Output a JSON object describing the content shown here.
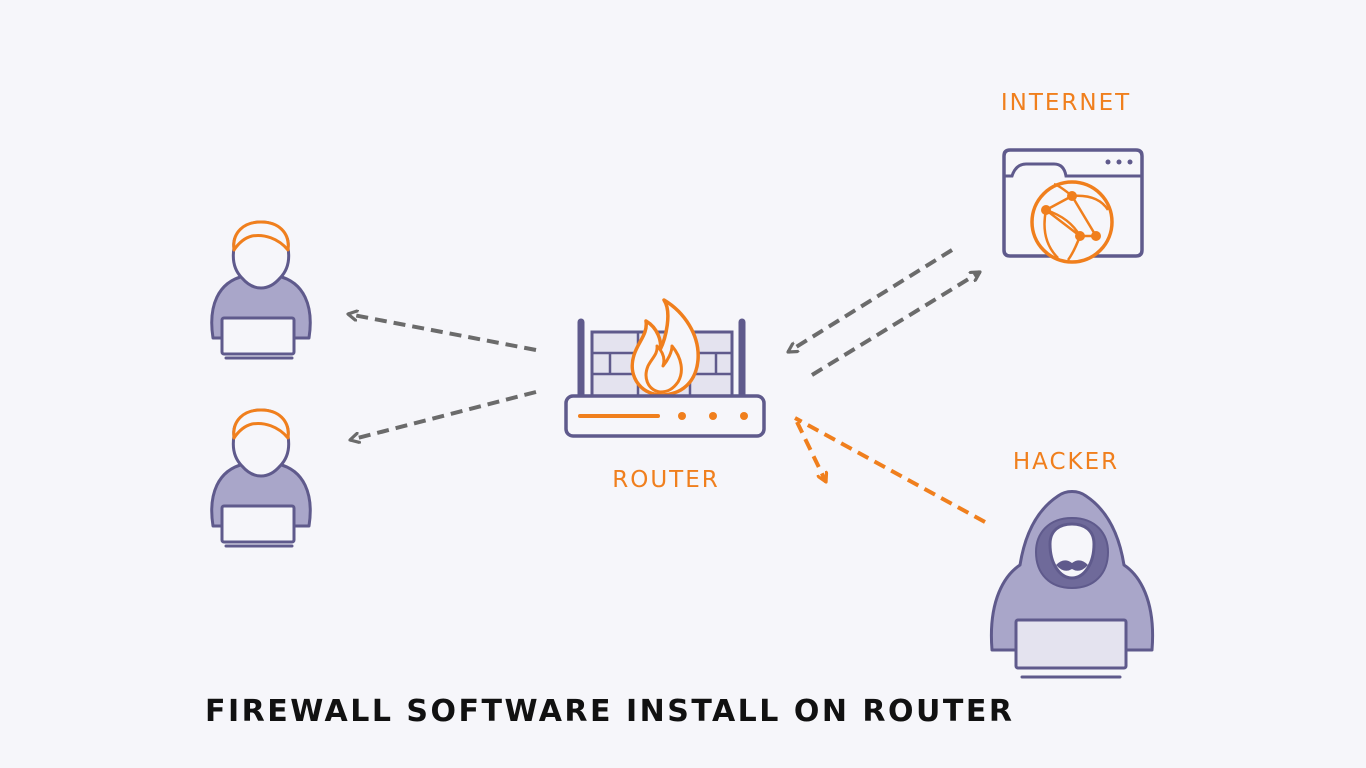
{
  "labels": {
    "internet": "INTERNET",
    "router": "ROUTER",
    "hacker": "HACKER"
  },
  "caption": "FIREWALL SOFTWARE INSTALL ON ROUTER",
  "colors": {
    "accent": "#f07f1d",
    "outline": "#5f5a8c",
    "fill": "#a9a6c9",
    "arrow": "#6b6b6b",
    "background": "#f6f6fa"
  },
  "icons": [
    "user-icon",
    "router-icon",
    "fire-icon",
    "globe-icon",
    "browser-window-icon",
    "hacker-icon",
    "laptop-icon"
  ]
}
